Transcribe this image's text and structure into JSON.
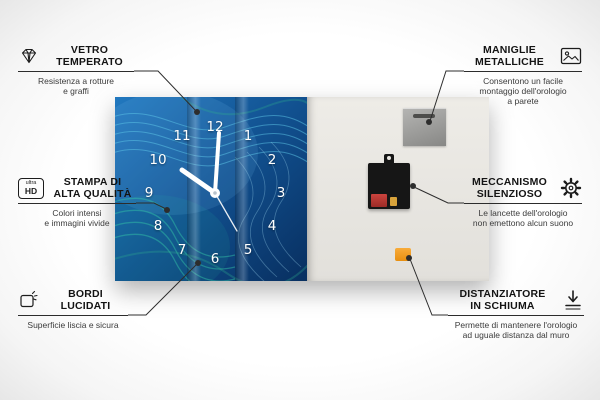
{
  "product": {
    "clock": {
      "numbers": [
        "12",
        "1",
        "2",
        "3",
        "4",
        "5",
        "6",
        "7",
        "8",
        "9",
        "10",
        "11"
      ],
      "face_colors": {
        "blue_dark": "#082f60",
        "blue_mid": "#11508f",
        "blue_light": "#2178bf",
        "wave_teal": "#35c9a8",
        "wave_cyan": "#5fc8e8"
      }
    },
    "back": {
      "panel_color": "#e9e7e2",
      "mechanism_color": "#161616",
      "battery_color": "#b23430",
      "plate_color": "#9c9c9a",
      "spacer_color": "#f29d20"
    }
  },
  "callouts": {
    "vetro_temperato": {
      "title": "VETRO\nTEMPERATO",
      "subtitle": "Resistenza a rotture\ne graffi",
      "icon": "diamond-icon"
    },
    "stampa_alta_qualita": {
      "title": "STAMPA DI\nALTA QUALITÀ",
      "subtitle": "Colori intensi\ne immagini vivide",
      "icon": "ultra-hd-icon",
      "icon_text_top": "ultra",
      "icon_text_bottom": "HD"
    },
    "bordi_lucidati": {
      "title": "BORDI\nLUCIDATI",
      "subtitle": "Superficie liscia e sicura",
      "icon": "polished-edge-icon"
    },
    "maniglie_metalliche": {
      "title": "MANIGLIE\nMETALLICHE",
      "subtitle": "Consentono un facile\nmontaggio dell'orologio\na parete",
      "icon": "picture-frame-icon"
    },
    "meccanismo_silenzioso": {
      "title": "MECCANISMO\nSILENZIOSO",
      "subtitle": "Le lancette dell'orologio\nnon emettono alcun suono",
      "icon": "gear-icon"
    },
    "distanziatore_schiuma": {
      "title": "DISTANZIATORE\nIN SCHIUMA",
      "subtitle": "Permette di mantenere l'orologio\nad uguale distanza dal muro",
      "icon": "spacer-arrow-icon"
    }
  }
}
